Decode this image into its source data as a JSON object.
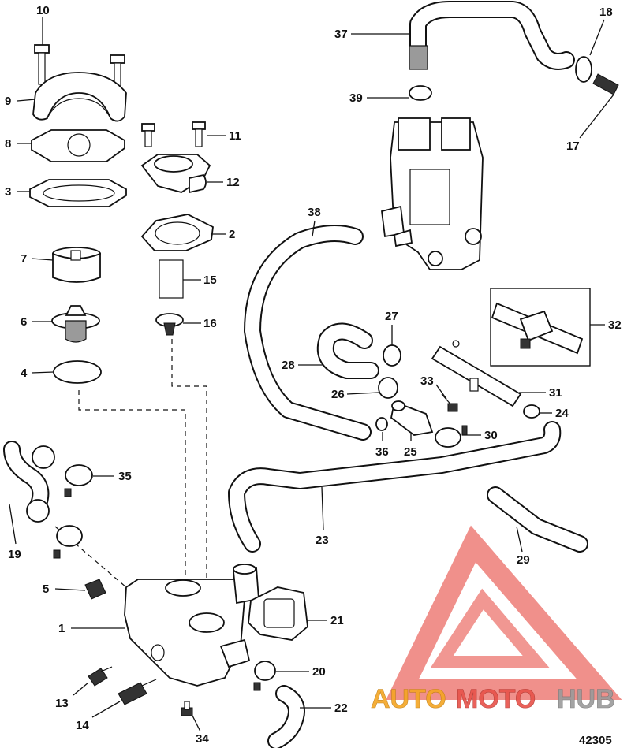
{
  "callouts": [
    {
      "id": "10",
      "label": "10"
    },
    {
      "id": "9",
      "label": "9"
    },
    {
      "id": "8",
      "label": "8"
    },
    {
      "id": "3",
      "label": "3"
    },
    {
      "id": "7",
      "label": "7"
    },
    {
      "id": "6",
      "label": "6"
    },
    {
      "id": "4",
      "label": "4"
    },
    {
      "id": "11",
      "label": "11"
    },
    {
      "id": "12",
      "label": "12"
    },
    {
      "id": "2",
      "label": "2"
    },
    {
      "id": "15",
      "label": "15"
    },
    {
      "id": "16",
      "label": "16"
    },
    {
      "id": "37",
      "label": "37"
    },
    {
      "id": "18",
      "label": "18"
    },
    {
      "id": "39",
      "label": "39"
    },
    {
      "id": "17",
      "label": "17"
    },
    {
      "id": "38",
      "label": "38"
    },
    {
      "id": "32",
      "label": "32"
    },
    {
      "id": "27",
      "label": "27"
    },
    {
      "id": "28",
      "label": "28"
    },
    {
      "id": "26",
      "label": "26"
    },
    {
      "id": "33",
      "label": "33"
    },
    {
      "id": "31",
      "label": "31"
    },
    {
      "id": "24",
      "label": "24"
    },
    {
      "id": "36",
      "label": "36"
    },
    {
      "id": "25",
      "label": "25"
    },
    {
      "id": "30",
      "label": "30"
    },
    {
      "id": "35",
      "label": "35"
    },
    {
      "id": "19",
      "label": "19"
    },
    {
      "id": "23",
      "label": "23"
    },
    {
      "id": "29",
      "label": "29"
    },
    {
      "id": "5",
      "label": "5"
    },
    {
      "id": "1",
      "label": "1"
    },
    {
      "id": "21",
      "label": "21"
    },
    {
      "id": "20",
      "label": "20"
    },
    {
      "id": "13",
      "label": "13"
    },
    {
      "id": "14",
      "label": "14"
    },
    {
      "id": "22",
      "label": "22"
    },
    {
      "id": "34",
      "label": "34"
    }
  ],
  "watermark": {
    "auto": "AUTO",
    "moto": "MOTO",
    "hub": "HUB",
    "color_orange": "#f5a623",
    "color_red": "#e8524a",
    "color_gray": "#9b9b9b"
  },
  "document_number": "42305"
}
